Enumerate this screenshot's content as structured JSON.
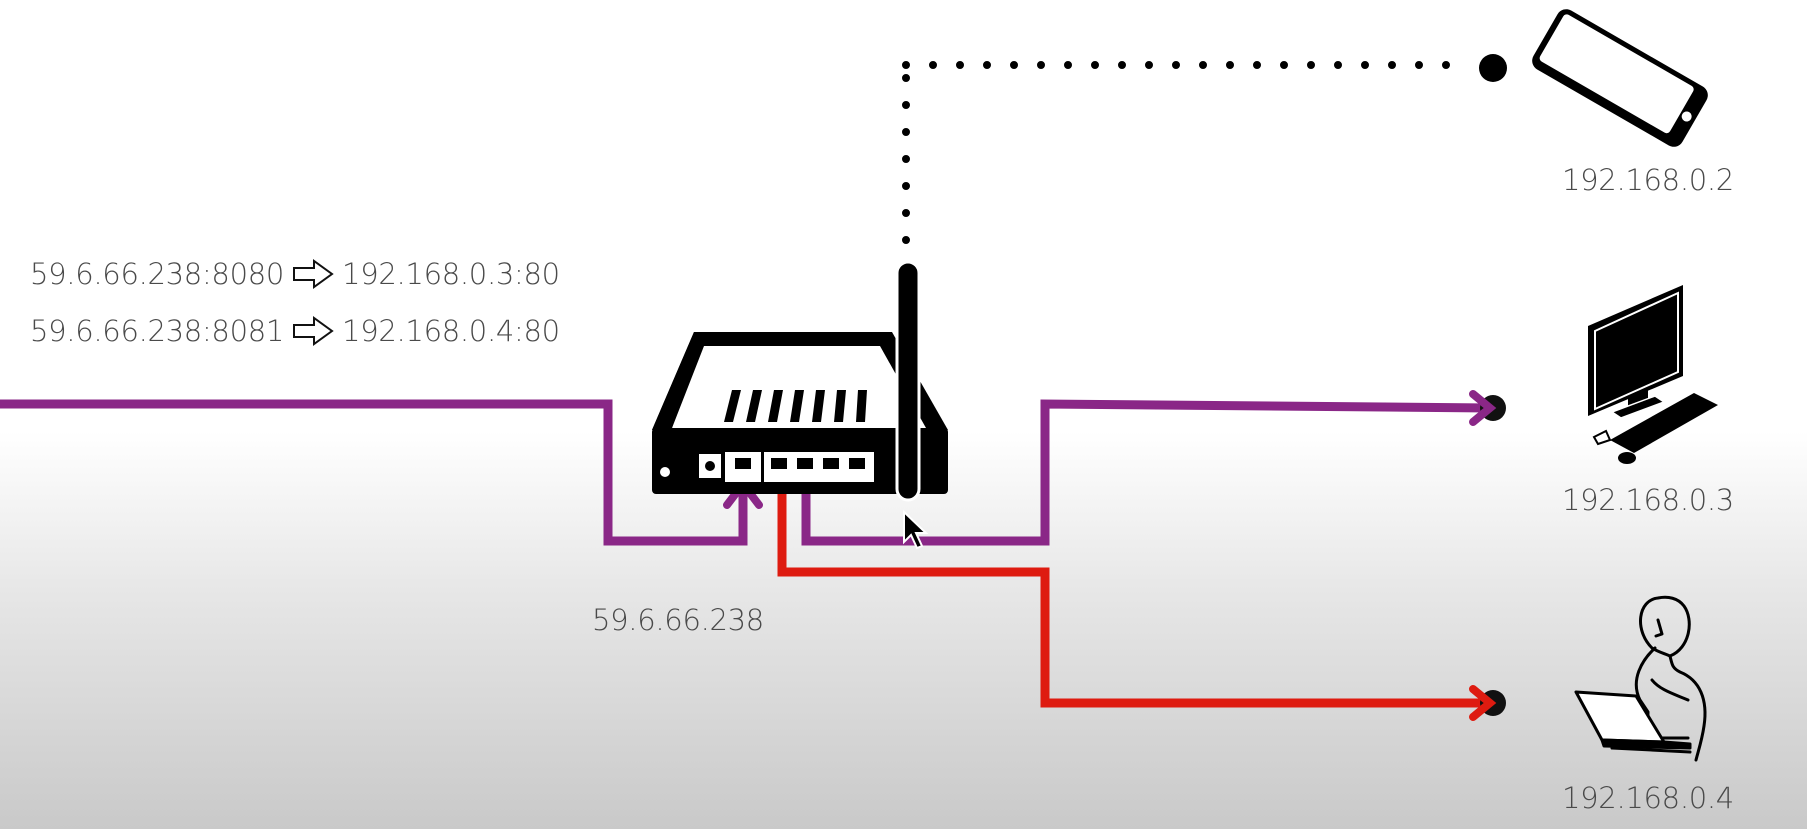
{
  "port_forwarding": [
    {
      "external": "59.6.66.238:8080",
      "arrow_icon": "hollow-right-arrow-icon",
      "internal": "192.168.0.3:80"
    },
    {
      "external": "59.6.66.238:8081",
      "arrow_icon": "hollow-right-arrow-icon",
      "internal": "192.168.0.4:80"
    }
  ],
  "router": {
    "public_ip": "59.6.66.238",
    "icon": "wifi-router-icon"
  },
  "devices": [
    {
      "name": "phone",
      "icon": "smartphone-icon",
      "ip": "192.168.0.2",
      "connection": "wireless"
    },
    {
      "name": "desktop",
      "icon": "desktop-computer-icon",
      "ip": "192.168.0.3",
      "connection": "wired"
    },
    {
      "name": "laptop-user",
      "icon": "person-with-laptop-icon",
      "ip": "192.168.0.4",
      "connection": "wired"
    }
  ],
  "colors": {
    "internet_line": "#8a2787",
    "desktop_line": "#8a2787",
    "laptop_line": "#de1b10",
    "wireless_dots": "#000000",
    "label_text": "#4a4a4a"
  },
  "cursor_icon": "mouse-pointer-icon"
}
